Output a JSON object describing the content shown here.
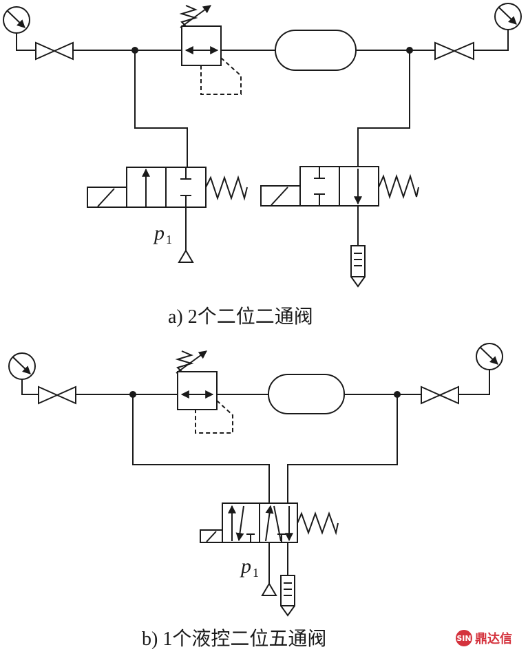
{
  "captions": {
    "a": "a)  2个二位二通阀",
    "b": "b)  1个液控二位五通阀"
  },
  "labels": {
    "p_symbol": "p",
    "p_subscript": "1"
  },
  "watermark": {
    "badge": "SIN",
    "text": "鼎达信"
  },
  "colors": {
    "line": "#1a1a1a",
    "background": "#ffffff",
    "watermark": "#d4323d"
  }
}
